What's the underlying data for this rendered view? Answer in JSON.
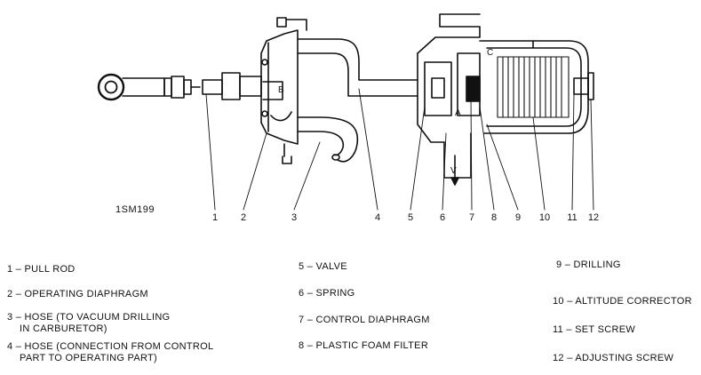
{
  "figure_id": "1SM199",
  "callout_numbers": [
    "1",
    "2",
    "3",
    "4",
    "5",
    "6",
    "7",
    "8",
    "9",
    "10",
    "11",
    "12"
  ],
  "internal_labels": {
    "b": "B",
    "a": "A",
    "c": "C",
    "v": "V"
  },
  "legend": [
    {
      "lines": [
        "1 – PULL ROD"
      ]
    },
    {
      "lines": [
        "2 – OPERATING DIAPHRAGM"
      ]
    },
    {
      "lines": [
        "3 – HOSE (TO VACUUM DRILLING",
        "IN CARBURETOR)"
      ]
    },
    {
      "lines": [
        "4 – HOSE (CONNECTION FROM CONTROL",
        "PART TO OPERATING PART)"
      ]
    },
    {
      "lines": [
        "5 – VALVE"
      ]
    },
    {
      "lines": [
        "6 – SPRING"
      ]
    },
    {
      "lines": [
        "7 – CONTROL DIAPHRAGM"
      ]
    },
    {
      "lines": [
        "8 – PLASTIC FOAM FILTER"
      ]
    },
    {
      "lines": [
        "9 – DRILLING"
      ]
    },
    {
      "lines": [
        "10 – ALTITUDE CORRECTOR"
      ]
    },
    {
      "lines": [
        "11 – SET SCREW"
      ]
    },
    {
      "lines": [
        "12 – ADJUSTING SCREW"
      ]
    }
  ]
}
